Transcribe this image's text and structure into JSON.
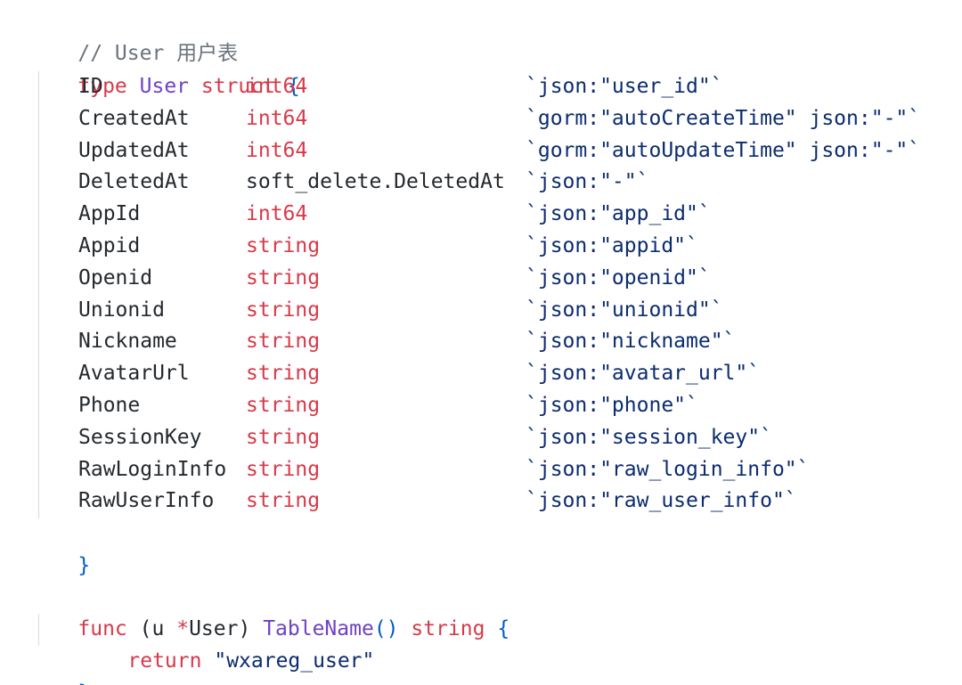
{
  "comment": "// User 用户表",
  "struct_header": {
    "kw_type": "type",
    "name": "User",
    "kw_struct": "struct",
    "open_brace": "{"
  },
  "fields": [
    {
      "name": "ID",
      "type": "int64",
      "type_kind": "builtin",
      "tag": "`json:\"user_id\"`"
    },
    {
      "name": "CreatedAt",
      "type": "int64",
      "type_kind": "builtin",
      "tag": "`gorm:\"autoCreateTime\" json:\"-\"`"
    },
    {
      "name": "UpdatedAt",
      "type": "int64",
      "type_kind": "builtin",
      "tag": "`gorm:\"autoUpdateTime\" json:\"-\"`"
    },
    {
      "name": "DeletedAt",
      "type": "soft_delete.DeletedAt",
      "type_kind": "custom",
      "tag": "`json:\"-\"`"
    },
    {
      "name": "AppId",
      "type": "int64",
      "type_kind": "builtin",
      "tag": "`json:\"app_id\"`"
    },
    {
      "name": "Appid",
      "type": "string",
      "type_kind": "builtin",
      "tag": "`json:\"appid\"`"
    },
    {
      "name": "Openid",
      "type": "string",
      "type_kind": "builtin",
      "tag": "`json:\"openid\"`"
    },
    {
      "name": "Unionid",
      "type": "string",
      "type_kind": "builtin",
      "tag": "`json:\"unionid\"`"
    },
    {
      "name": "Nickname",
      "type": "string",
      "type_kind": "builtin",
      "tag": "`json:\"nickname\"`"
    },
    {
      "name": "AvatarUrl",
      "type": "string",
      "type_kind": "builtin",
      "tag": "`json:\"avatar_url\"`"
    },
    {
      "name": "Phone",
      "type": "string",
      "type_kind": "builtin",
      "tag": "`json:\"phone\"`"
    },
    {
      "name": "SessionKey",
      "type": "string",
      "type_kind": "builtin",
      "tag": "`json:\"session_key\"`"
    },
    {
      "name": "RawLoginInfo",
      "type": "string",
      "type_kind": "builtin",
      "tag": "`json:\"raw_login_info\"`"
    },
    {
      "name": "RawUserInfo",
      "type": "string",
      "type_kind": "builtin",
      "tag": "`json:\"raw_user_info\"`"
    }
  ],
  "struct_close": "}",
  "func": {
    "kw_func": "func",
    "receiver_open": "(",
    "receiver_var": "u",
    "receiver_ptr": "*",
    "receiver_type": "User",
    "receiver_close": ")",
    "name": "TableName",
    "params": "()",
    "return_type": "string",
    "open_brace": "{",
    "kw_return": "return",
    "return_value": "\"wxareg_user\"",
    "close_brace": "}"
  },
  "colors": {
    "comment": "#6a737d",
    "keyword": "#d73a49",
    "type_name": "#6f42c1",
    "brace": "#005cc5",
    "string_tag": "#0b2c6f",
    "text": "#24292e"
  }
}
